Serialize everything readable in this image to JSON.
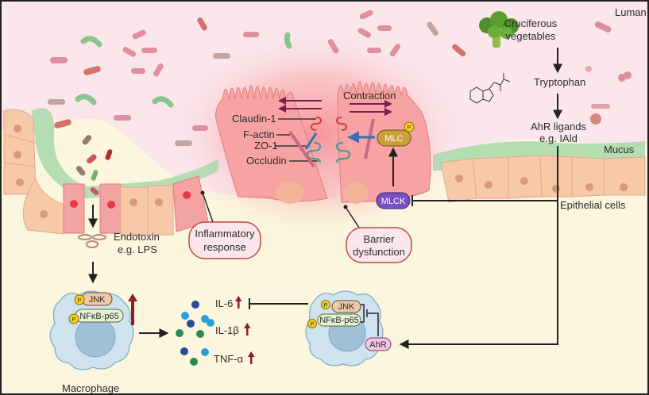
{
  "title": "Gut barrier, microbiota and AhR ligand signalling",
  "regions": {
    "lumen": "Luman",
    "mucus": "Mucus",
    "epithelium": "Epithelial cells"
  },
  "pathway": {
    "source": [
      "Cruciferous",
      "vegetables"
    ],
    "tryptophan": "Tryptophan",
    "ligands": [
      "AhR ligands",
      "e.g. IAld"
    ]
  },
  "tight_junction": {
    "labels": [
      "Claudin-1",
      "F-actin",
      "ZO-1",
      "Occludin"
    ],
    "contraction": "Contraction",
    "mlc": "MLC",
    "mlck": "MLCK",
    "phospho": "P"
  },
  "callouts": {
    "inflammatory": [
      "Inflammatory",
      "response"
    ],
    "barrier": [
      "Barrier",
      "dysfunction"
    ]
  },
  "endotoxin": [
    "Endotoxin",
    "e.g. LPS"
  ],
  "macrophage": {
    "label": "Macrophage",
    "jnk": "JNK",
    "nfkb": "NFκB-p65",
    "phospho": "P"
  },
  "cytokines": [
    "IL-6",
    "IL-1β",
    "TNF-α"
  ],
  "treated_cell": {
    "jnk": "JNK",
    "nfkb": "NFκB-p65",
    "ahr": "AhR",
    "phospho": "P"
  },
  "colors": {
    "lumen_bg": "#fbe6ec",
    "lower_bg": "#fbf6dd",
    "mucus": "#9fd4a4",
    "epithelial_cell": "#f6c9a8",
    "inflamed_cell": "#f39a9a",
    "arrow_dark": "#222222",
    "arrow_up_red": "#8b1e2e",
    "contraction_arrow": "#7a1f4f",
    "mlc_fill": "#c9a13a",
    "mlck_fill": "#7b4fc4",
    "phospho_fill": "#f2d024",
    "ahr_fill": "#f1c6e3",
    "jnk_fill": "#f0c9a5",
    "nfkb_fill": "#e6f2d4",
    "callout_border": "#b84a4a",
    "macrophage_fill": "#cfe3ef"
  }
}
